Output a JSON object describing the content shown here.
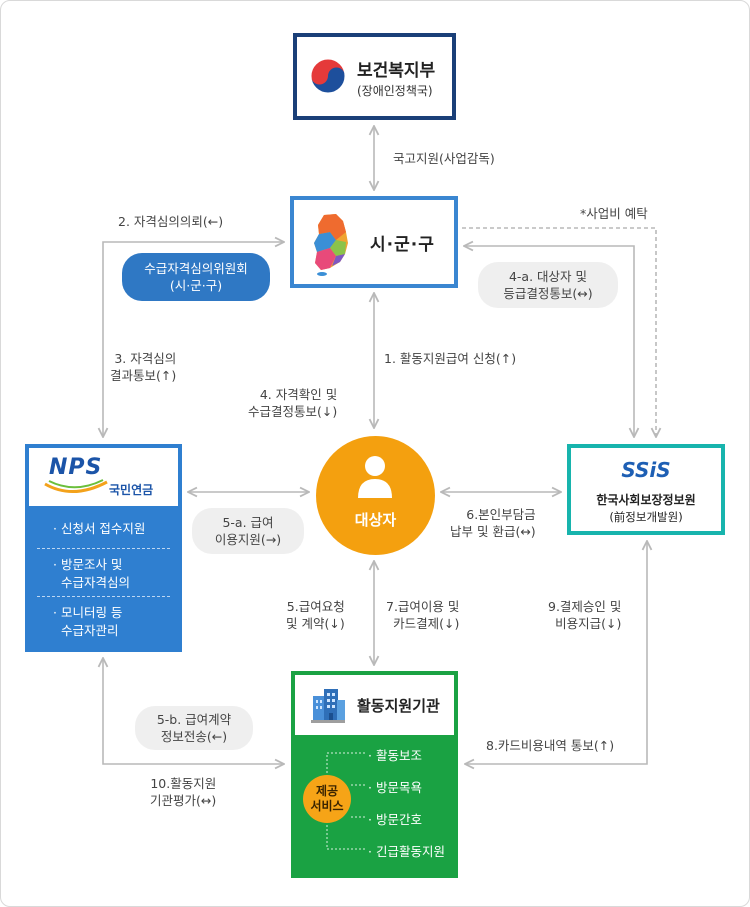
{
  "nodes": {
    "ministry": {
      "name": "보건복지부",
      "sub": "(장애인정책국)"
    },
    "city": {
      "name": "시·군·구"
    },
    "nps": {
      "logo": "NPS",
      "sub": "국민연금",
      "items": [
        "· 신청서 접수지원",
        "· 방문조사 및\n  수급자격심의",
        "· 모니터링 등\n  수급자관리"
      ]
    },
    "person": {
      "name": "대상자"
    },
    "ssis": {
      "logo": "SSiS",
      "name": "한국사회보장정보원",
      "sub": "(前정보개발원)"
    },
    "agency": {
      "name": "활동지원기관",
      "services_label": "제공\n서비스",
      "services": [
        "· 활동보조",
        "· 방문목욕",
        "· 방문간호",
        "· 긴급활동지원"
      ]
    }
  },
  "pills": {
    "committee": "수급자격심의위원회\n(시·군·구)",
    "notify_4a": "4-a. 대상자 및\n등급결정통보(↔)",
    "use_5a": "5-a. 급여\n이용지원(→)",
    "contract_5b": "5-b. 급여계약\n정보전송(←)"
  },
  "labels": {
    "national_support": "국고지원(사업감독)",
    "budget_deposit": "*사업비 예탁",
    "step2": "2. 자격심의의뢰(←)",
    "step3": "3. 자격심의\n결과통보(↑)",
    "step1": "1. 활동지원급여 신청(↑)",
    "step4": "4. 자격확인 및\n수급결정통보(↓)",
    "step6": "6.본인부담금\n납부 및 환급(↔)",
    "step5": "5.급여요청\n및 계약(↓)",
    "step7": "7.급여이용 및\n카드결제(↓)",
    "step9": "9.결제승인 및\n비용지급(↓)",
    "step8": "8.카드비용내역 통보(↑)",
    "step10": "10.활동지원\n기관평가(↔)"
  },
  "colors": {
    "ministry_border": "#1a3f78",
    "city_border": "#3a86d1",
    "nps": "#2f7fd0",
    "person": "#f4a00f",
    "ssis": "#17b4ad",
    "agency": "#1aa243",
    "arrows": "#b9b9b9"
  },
  "icons": {
    "ministry": "taegeuk-icon",
    "city": "korea-map-icon",
    "person": "person-icon",
    "agency": "building-icon"
  }
}
